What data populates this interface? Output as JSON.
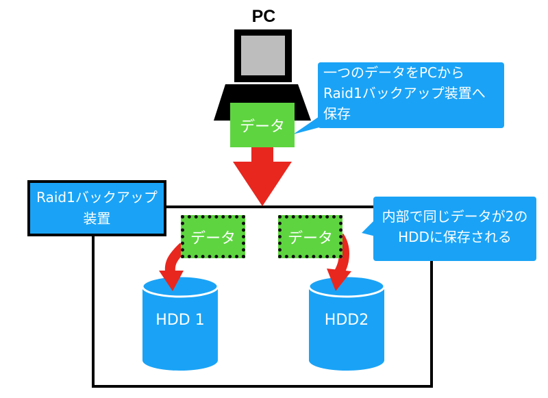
{
  "pc": {
    "label": "PC"
  },
  "pc_data_block": {
    "label": "データ"
  },
  "pc_callout": {
    "lines": [
      "一つのデータをPCから",
      "Raid1バックアップ装置へ",
      "保存"
    ]
  },
  "raid_device": {
    "label_lines": [
      "Raid1バックアップ",
      "装置"
    ]
  },
  "internal_data_blocks": [
    {
      "label": "データ"
    },
    {
      "label": "データ"
    }
  ],
  "internal_callout": {
    "lines": [
      "内部で同じデータが2の",
      "HDDに保存される"
    ]
  },
  "disks": [
    {
      "label": "HDD 1"
    },
    {
      "label": "HDD2"
    }
  ],
  "colors": {
    "blue": "#1aa3f6",
    "green": "#5ed540",
    "red_arrow": "#e8271f",
    "black": "#000000"
  }
}
